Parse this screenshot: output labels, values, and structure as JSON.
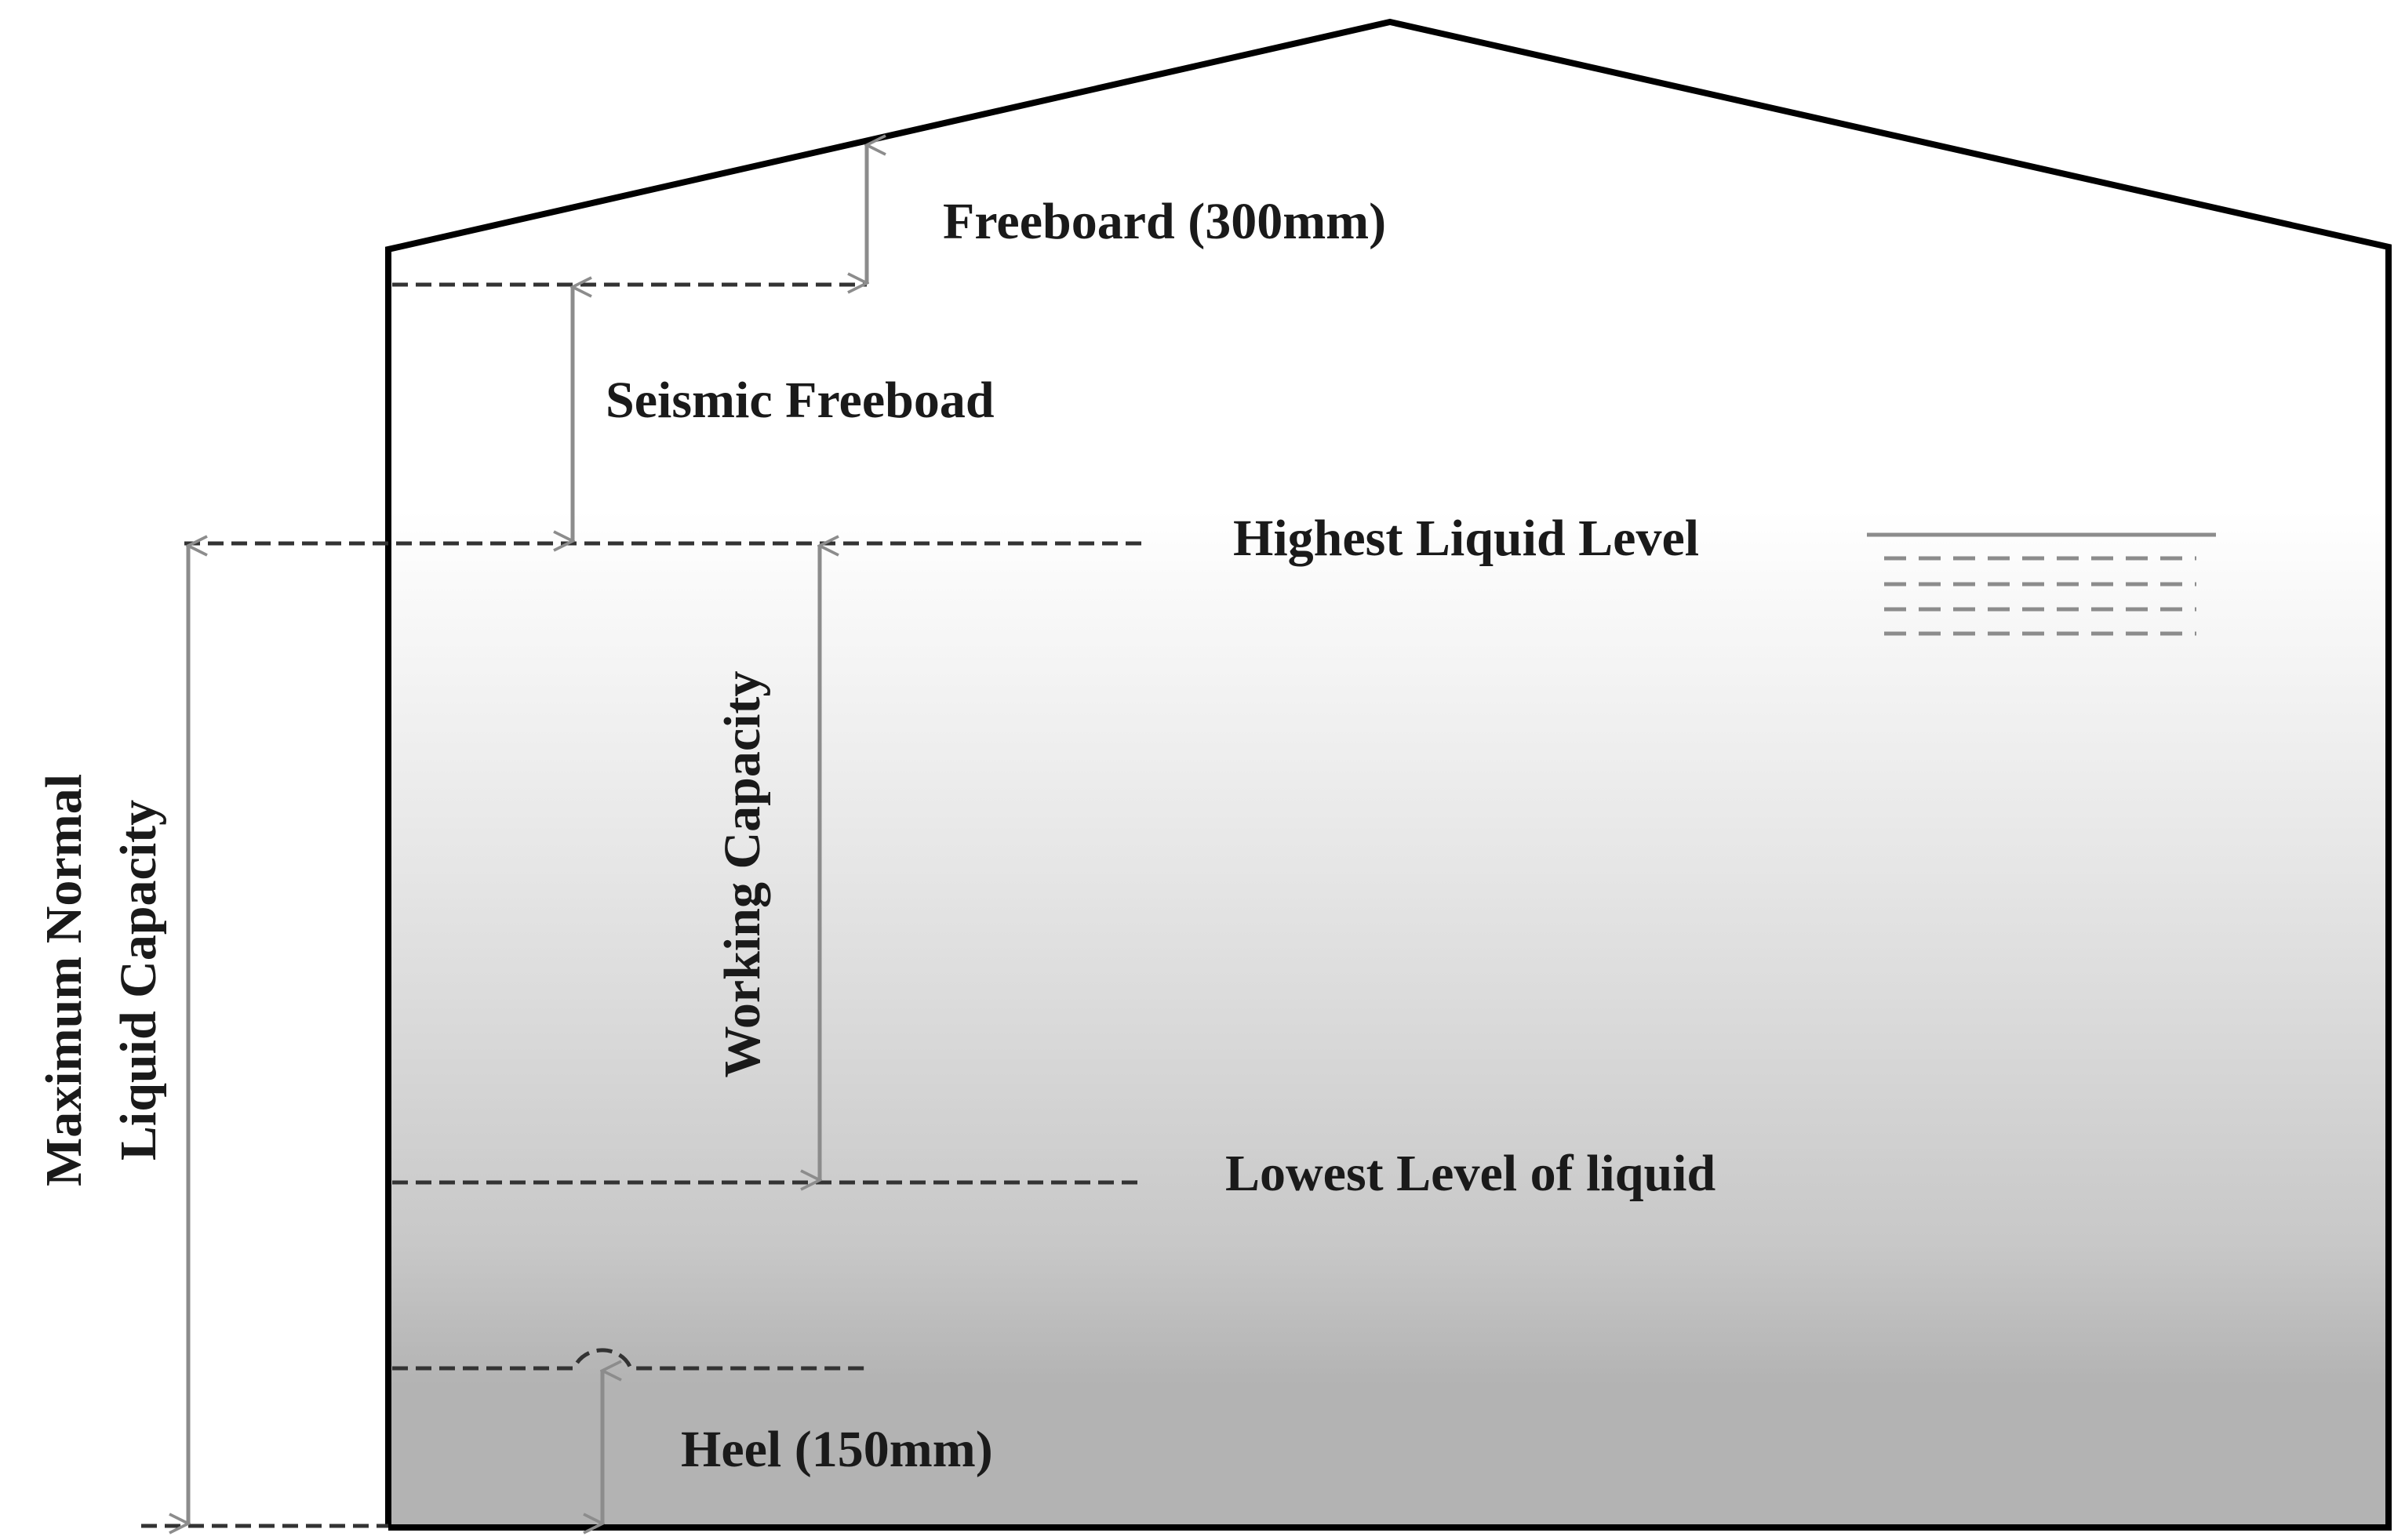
{
  "labels": {
    "freeboard": "Freeboard (300mm)",
    "seismic_freeboard": "Seismic Freeboad",
    "highest_liquid_level": "Highest Liquid Level",
    "lowest_level": "Lowest Level of liquid",
    "heel": "Heel (150mm)",
    "working_capacity": "Working Capacity",
    "max_normal_line1": "Maximum Normal",
    "max_normal_line2": "Liquid Capacity"
  },
  "colors": {
    "outline": "#000000",
    "dashed_line": "#333333",
    "dimension_arrow": "#8c8c8c",
    "liquid_top": "#ffffff",
    "liquid_bottom": "#b3b3b3"
  }
}
